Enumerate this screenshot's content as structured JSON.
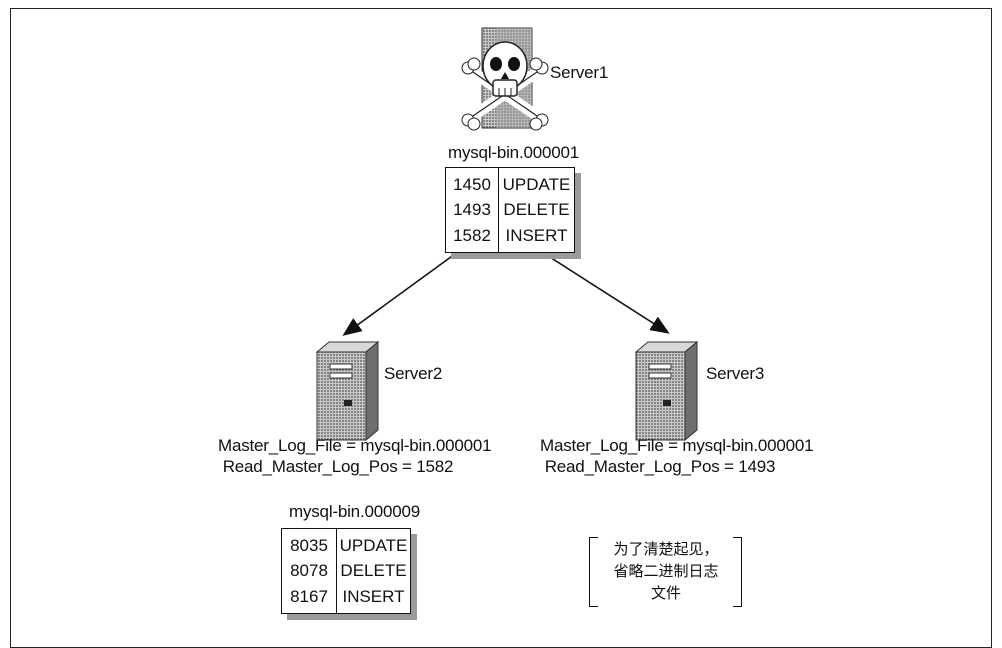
{
  "servers": {
    "server1": {
      "label": "Server1",
      "icon": "skull-server-icon"
    },
    "server2": {
      "label": "Server2",
      "icon": "server-tower-icon",
      "master_log_file": "Master_Log_File = mysql-bin.000001",
      "read_master_log_pos": "Read_Master_Log_Pos = 1582"
    },
    "server3": {
      "label": "Server3",
      "icon": "server-tower-icon",
      "master_log_file": "Master_Log_File = mysql-bin.000001",
      "read_master_log_pos": "Read_Master_Log_Pos = 1493"
    }
  },
  "binlog1": {
    "title": "mysql-bin.000001",
    "rows": [
      {
        "pos": "1450",
        "op": "UPDATE"
      },
      {
        "pos": "1493",
        "op": "DELETE"
      },
      {
        "pos": "1582",
        "op": "INSERT"
      }
    ]
  },
  "binlog2": {
    "title": "mysql-bin.000009",
    "rows": [
      {
        "pos": "8035",
        "op": "UPDATE"
      },
      {
        "pos": "8078",
        "op": "DELETE"
      },
      {
        "pos": "8167",
        "op": "INSERT"
      }
    ]
  },
  "note": {
    "line1": "为了清楚起见，",
    "line2": "省略二进制日志",
    "line3": "文件"
  },
  "colors": {
    "line": "#111111",
    "shadow": "#9a9a9a",
    "server_fill": "#8a8a8a"
  }
}
